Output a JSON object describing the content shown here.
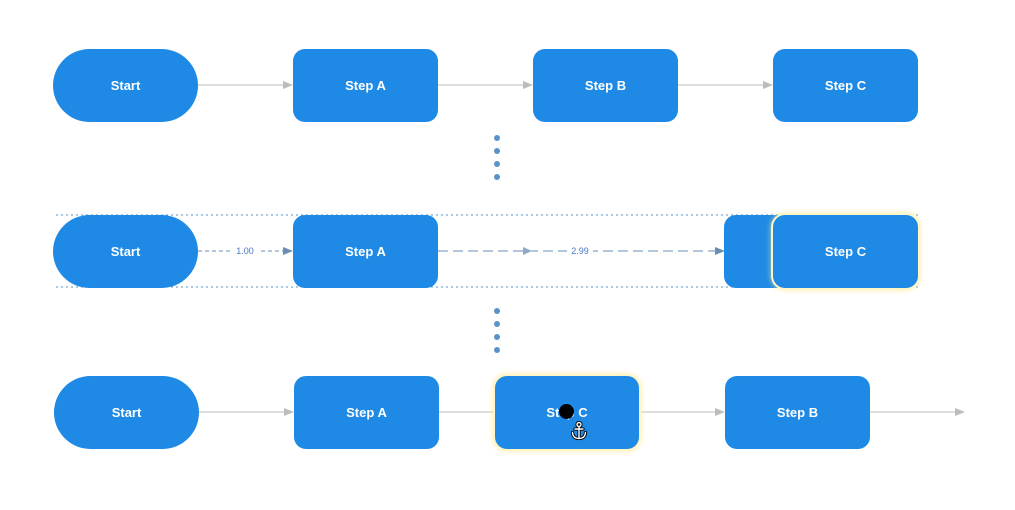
{
  "row1": {
    "start": "Start",
    "step_a": "Step A",
    "step_b": "Step B",
    "step_c": "Step C"
  },
  "row2": {
    "start": "Start",
    "step_a": "Step A",
    "step_c": "Step C",
    "edge1_label": "1.00",
    "edge2_label": "2.99"
  },
  "row3": {
    "start": "Start",
    "step_a": "Step A",
    "step_c_dragged": "Step C",
    "step_b": "Step B"
  },
  "colors": {
    "node_fill": "#1e8ae5",
    "edge": "#bdbdbd",
    "dashed_edge": "#6a8fb5",
    "dots": "#5a93c7",
    "selection_glow": "#fff1b0"
  },
  "icons": {
    "cursor": "anchor-icon",
    "drag_handle": "drag-dot"
  }
}
